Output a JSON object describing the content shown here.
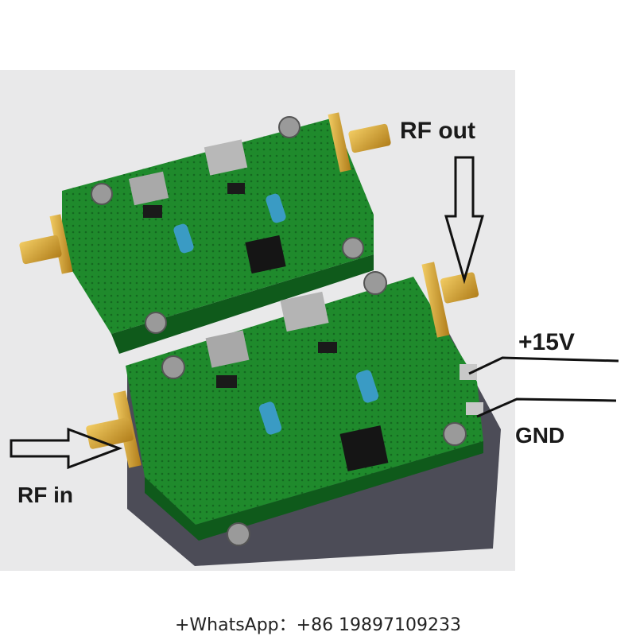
{
  "labels": {
    "rf_out": "RF out",
    "plus_15v": "+15V",
    "gnd": "GND",
    "rf_in": "RF in"
  },
  "caption": "+WhatsApp：+86 19897109233",
  "colors": {
    "background": "#ffffff",
    "photo_backdrop": "#e9e9ea",
    "pcb_green": "#1f8a2c",
    "pcb_dark_green": "#0f5a1b",
    "heatsink": "#4a4a55",
    "connector_gold": "#d9a62e",
    "label_text": "#1a1a1a"
  }
}
